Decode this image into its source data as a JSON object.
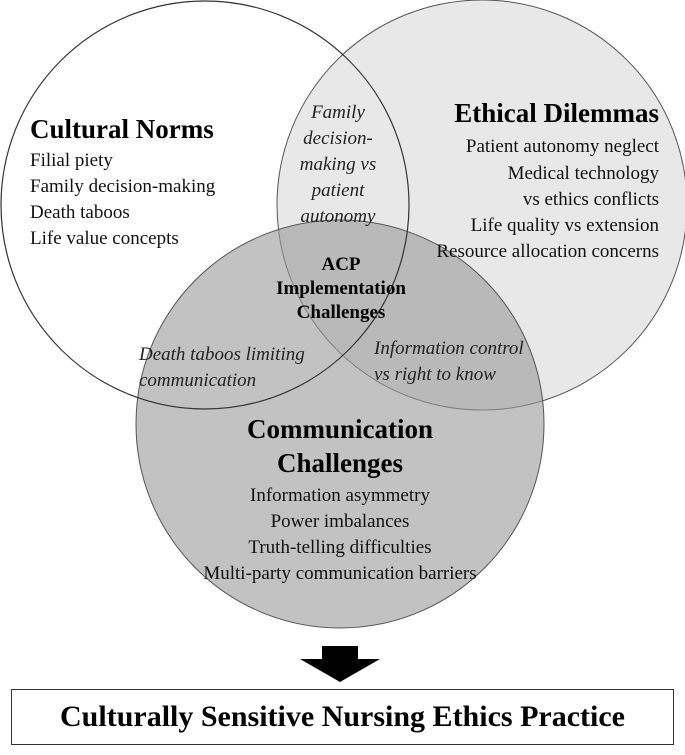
{
  "cultural": {
    "title": "Cultural Norms",
    "items": [
      "Filial piety",
      "Family decision-making",
      "Death taboos",
      "Life value concepts"
    ]
  },
  "ethical": {
    "title": "Ethical Dilemmas",
    "items": [
      "Patient autonomy neglect",
      "Medical technology",
      "vs ethics conflicts",
      "Life quality vs extension",
      "Resource allocation concerns"
    ]
  },
  "communication": {
    "title_line1": "Communication",
    "title_line2": "Challenges",
    "items": [
      "Information asymmetry",
      "Power imbalances",
      "Truth-telling difficulties",
      "Multi-party communication barriers"
    ]
  },
  "overlaps": {
    "cultural_ethical": [
      "Family",
      "decision-",
      "making vs",
      "patient",
      "autonomy"
    ],
    "cultural_communication": [
      "Death taboos limiting",
      "communication"
    ],
    "ethical_communication": [
      "Information control",
      "vs right to know"
    ],
    "center": [
      "ACP",
      "Implementation",
      "Challenges"
    ]
  },
  "result": "Culturally Sensitive Nursing Ethics Practice",
  "colors": {
    "ethical_fill": "#e6e6e6",
    "communication_fill": "#b8b8b8",
    "circle_stroke": "#333333",
    "arrow": "#000000"
  }
}
